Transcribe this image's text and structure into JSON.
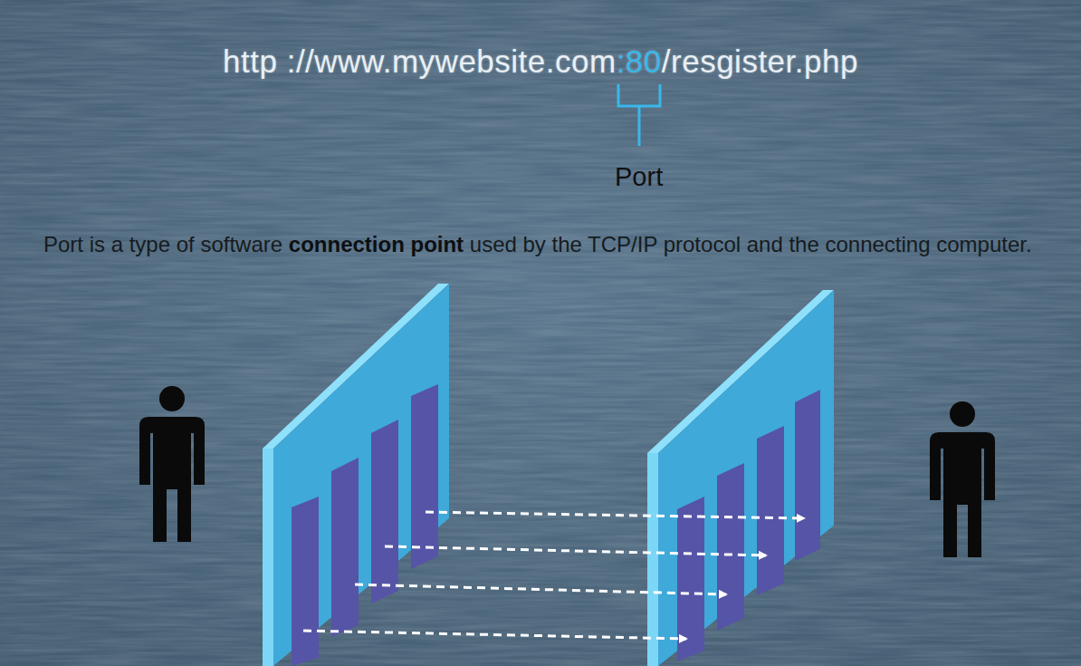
{
  "diagram": {
    "labels": [
      "http ://www.mywebsite.com",
      ":80",
      "/resgister.php",
      "Port",
      "Port is a type of software",
      "connection point",
      "used by the TCP/IP protocol and the connecting computer."
    ]
  }
}
